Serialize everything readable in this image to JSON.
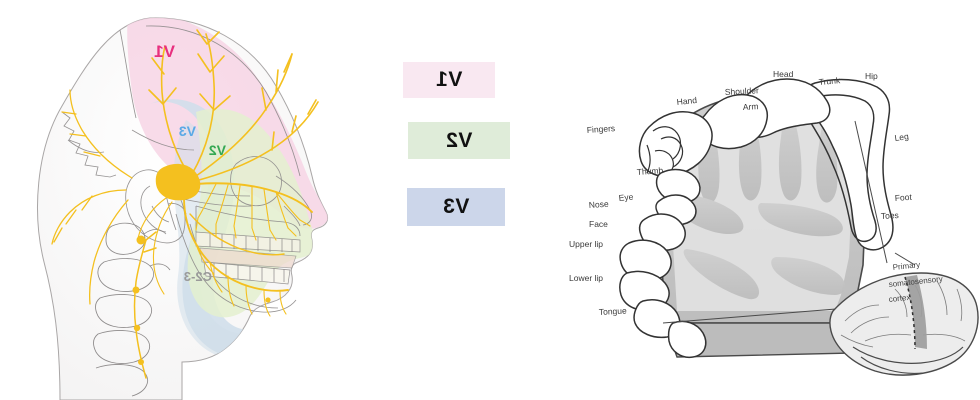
{
  "figure": {
    "panels": [
      "trigeminal-dermatome-head",
      "dermatome-color-key",
      "sensory-homunculus"
    ]
  },
  "head_diagram": {
    "labels": {
      "v1": "V1",
      "v2": "V2",
      "v3": "V3",
      "c23": "C2-3"
    },
    "label_colors": {
      "v1": "#e8307f",
      "v2": "#35a853",
      "v3": "#5aa9e6",
      "c23": "#9a9a9a"
    },
    "region_colors": {
      "v1": "#f6d3e4",
      "v2": "#e4f0cf",
      "v3": "#cfdeea",
      "skin": "#f7f6f6",
      "nerve": "#f4c01f",
      "outline": "#8d8a8a"
    }
  },
  "legend": {
    "items": [
      {
        "label": "V1",
        "swatch_color": "#f9e8f1"
      },
      {
        "label": "V2",
        "swatch_color": "#dfecd9"
      },
      {
        "label": "V3",
        "swatch_color": "#ccd6ea"
      }
    ]
  },
  "homunculus": {
    "body_part_labels": [
      "Fingers",
      "Hand",
      "Shoulder",
      "Arm",
      "Head",
      "Trunk",
      "Hip",
      "Leg",
      "Foot",
      "Toes",
      "Thumb",
      "Eye",
      "Nose",
      "Face",
      "Upper lip",
      "Lower lip",
      "Tongue"
    ],
    "annotation": {
      "line1": "Primary",
      "line2": "somatosensory",
      "line3": "cortex"
    },
    "colors": {
      "cortex_fill": "#c9c9c9",
      "cortex_light": "#e2e2e2",
      "outline": "#4a4a4a",
      "gyrus_band": "#9d9d9d"
    }
  }
}
